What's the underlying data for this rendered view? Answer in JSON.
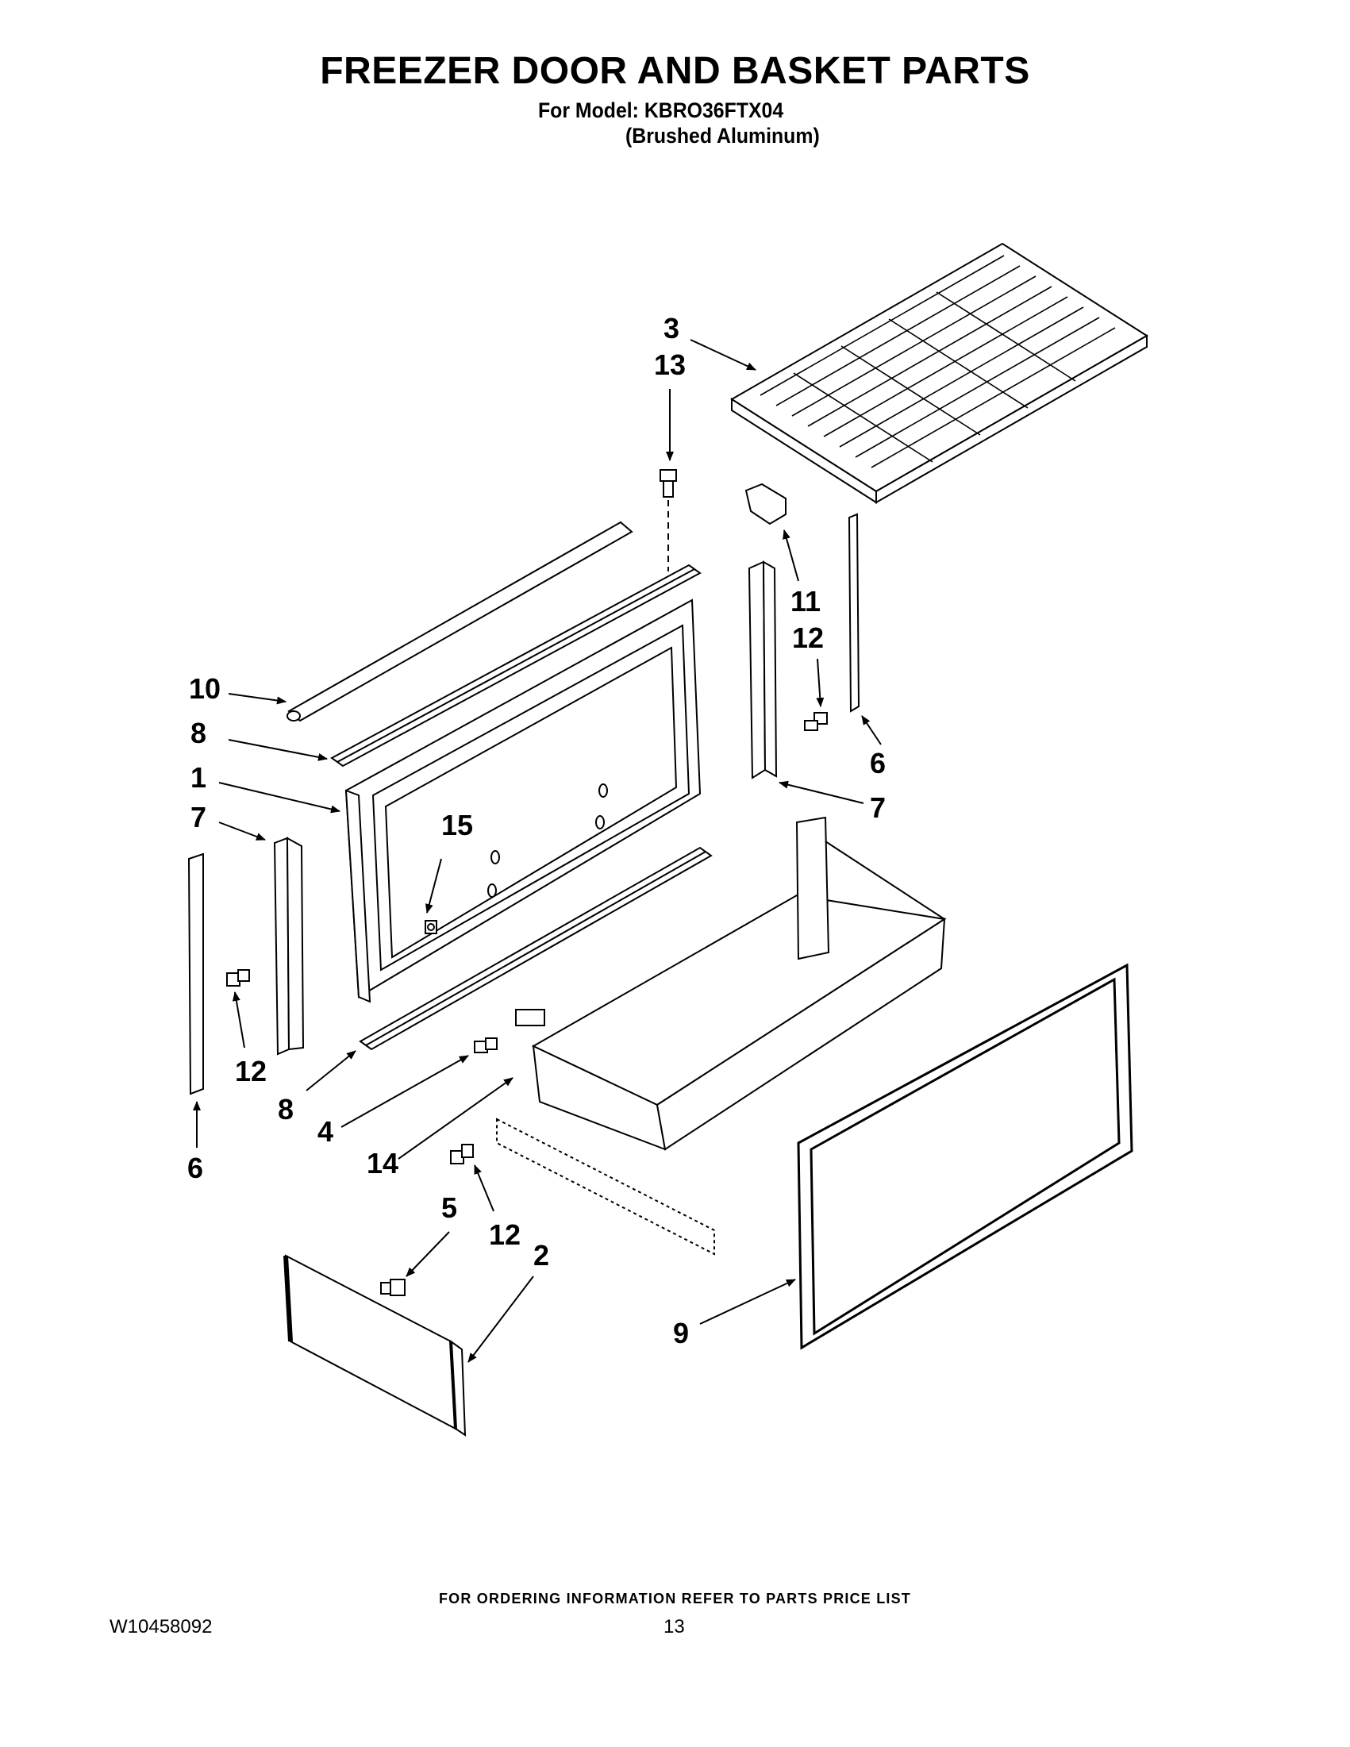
{
  "header": {
    "title": "FREEZER DOOR AND BASKET PARTS",
    "model_line": "For Model: KBRO36FTX04",
    "finish_line": "(Brushed Aluminum)"
  },
  "callouts": {
    "c1": "1",
    "c2": "2",
    "c3": "3",
    "c4": "4",
    "c5": "5",
    "c6a": "6",
    "c6b": "6",
    "c7a": "7",
    "c7b": "7",
    "c8a": "8",
    "c8b": "8",
    "c9": "9",
    "c10": "10",
    "c11": "11",
    "c12a": "12",
    "c12b": "12",
    "c12c": "12",
    "c13": "13",
    "c14": "14",
    "c15": "15"
  },
  "footer": {
    "ordering_note": "FOR ORDERING INFORMATION REFER TO PARTS PRICE LIST",
    "document_number": "W10458092",
    "page_number": "13"
  }
}
